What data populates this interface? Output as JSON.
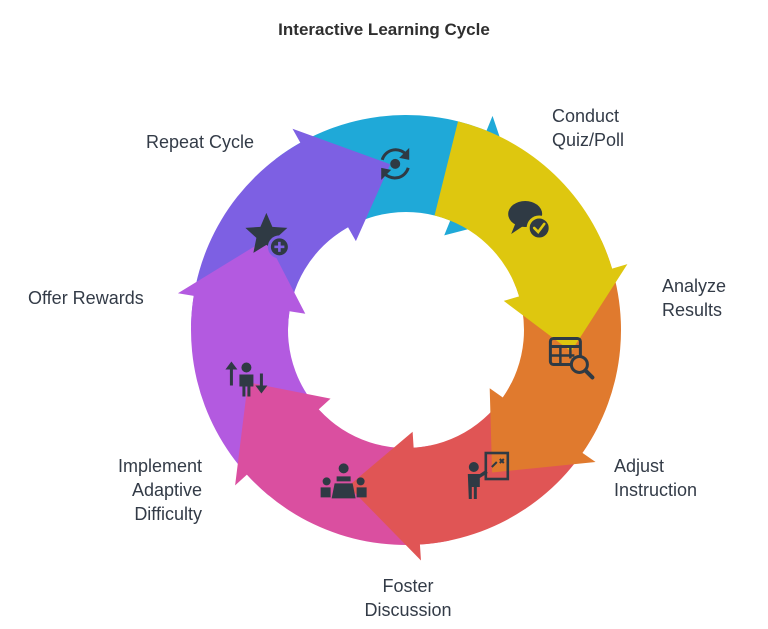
{
  "title": "Interactive Learning Cycle",
  "steps": [
    {
      "lines": [
        "Conduct",
        "Quiz/Poll"
      ],
      "color": "#DEC70F",
      "icon": "chat-check-icon"
    },
    {
      "lines": [
        "Analyze",
        "Results"
      ],
      "color": "#E07A2E",
      "icon": "table-search-icon"
    },
    {
      "lines": [
        "Adjust",
        "Instruction"
      ],
      "color": "#E05555",
      "icon": "presenter-board-icon"
    },
    {
      "lines": [
        "Foster",
        "Discussion"
      ],
      "color": "#DA4FA0",
      "icon": "group-discussion-icon"
    },
    {
      "lines": [
        "Implement",
        "Adaptive",
        "Difficulty"
      ],
      "color": "#B35AE0",
      "icon": "adjust-person-icon"
    },
    {
      "lines": [
        "Offer Rewards"
      ],
      "color": "#7D60E3",
      "icon": "star-plus-icon"
    },
    {
      "lines": [
        "Repeat Cycle"
      ],
      "color": "#1FA9D8",
      "icon": "cycle-arrows-icon"
    }
  ]
}
